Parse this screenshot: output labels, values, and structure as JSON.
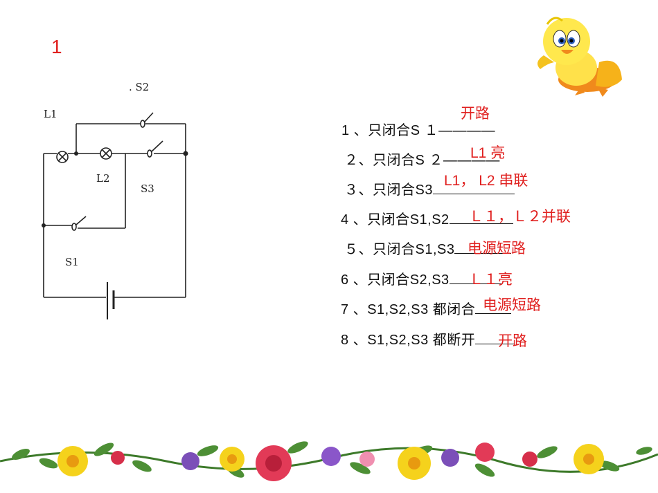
{
  "slide_number": "1",
  "circuit_labels": {
    "l1": "L1",
    "l2": "L2",
    "s1": "S1",
    "s2": ". S2",
    "s3": "S3"
  },
  "questions": [
    {
      "prefix": "1 、只闭合",
      "mid": "S １",
      "dash": "————",
      "answer": "开路"
    },
    {
      "prefix": "２、只闭合",
      "mid": "S ２",
      "dash": "————",
      "answer": "L1 亮"
    },
    {
      "prefix": "３、只闭合",
      "mid": "S3",
      "dash": "",
      "answer": "L1， L2 串联"
    },
    {
      "prefix": "4 、只闭合",
      "mid": "S1,S2",
      "dash": "",
      "answer": "Ｌ１，Ｌ２并联"
    },
    {
      "prefix": "５、只闭合",
      "mid": "S1,S3",
      "dash": "",
      "answer": "电源短路"
    },
    {
      "prefix": "6 、只闭合",
      "mid": "S2,S3",
      "dash": "",
      "answer": "Ｌ１亮"
    },
    {
      "prefix": "7 、",
      "mid": "S1,S2,S3 都闭合",
      "dash": "",
      "answer": "电源短路"
    },
    {
      "prefix": "8 、",
      "mid": "S1,S2,S3 都断开",
      "dash": "",
      "answer": "开路"
    }
  ],
  "colors": {
    "answer": "#e0201f",
    "text": "#111111"
  },
  "decor": {
    "top_right": "cartoon-chick-image",
    "bottom": "flower-garland-image"
  }
}
